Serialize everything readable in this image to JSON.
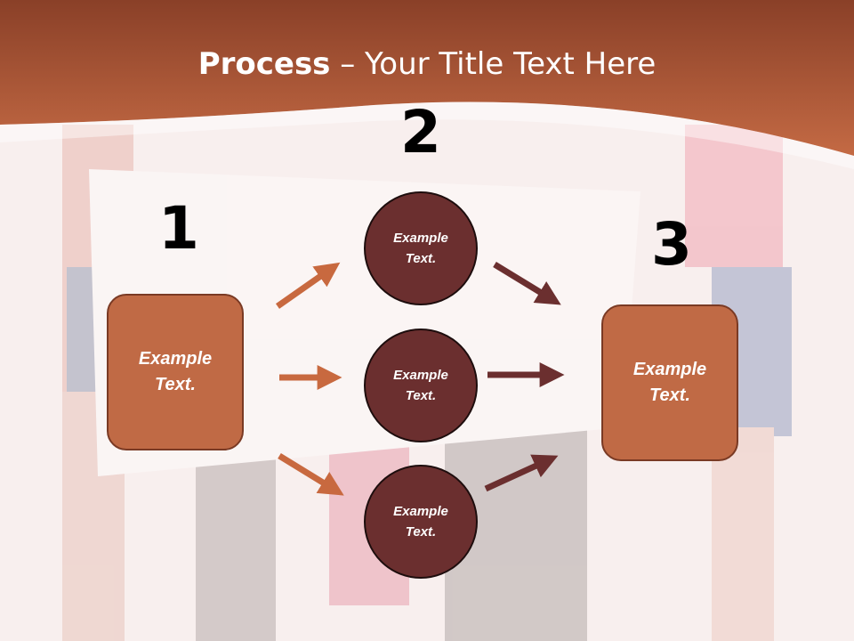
{
  "title": {
    "bold": "Process",
    "rest": " – Your Title Text Here"
  },
  "steps": {
    "one": {
      "number": "1",
      "text_line1": "Example",
      "text_line2": "Text."
    },
    "two": {
      "number": "2"
    },
    "three": {
      "number": "3",
      "text_line1": "Example",
      "text_line2": "Text."
    }
  },
  "circles": [
    {
      "line1": "Example",
      "line2": "Text."
    },
    {
      "line1": "Example",
      "line2": "Text."
    },
    {
      "line1": "Example",
      "line2": "Text."
    }
  ],
  "colors": {
    "header": "#b9623d",
    "box": "#c06a45",
    "circle": "#6b2f2f",
    "arrow_light": "#c8693f",
    "arrow_dark": "#6b2f2f"
  }
}
